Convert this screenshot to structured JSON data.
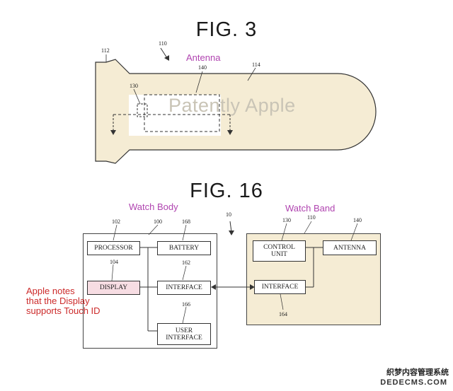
{
  "fig3": {
    "title": "FIG. 3",
    "antenna_label": "Antenna",
    "ref_110": "110",
    "ref_112": "112",
    "ref_114": "114",
    "ref_130": "130",
    "ref_140": "140",
    "watermark": "Patently Apple"
  },
  "fig16": {
    "title": "FIG. 16",
    "watch_body_label": "Watch Body",
    "watch_band_label": "Watch Band",
    "ref_10": "10",
    "ref_100": "100",
    "ref_102": "102",
    "ref_104": "104",
    "ref_110": "110",
    "ref_130": "130",
    "ref_140": "140",
    "ref_162": "162",
    "ref_164": "164",
    "ref_166": "166",
    "ref_168": "168",
    "processor": "PROCESSOR",
    "battery": "BATTERY",
    "display": "DISPLAY",
    "interface_body": "INTERFACE",
    "user_interface_line1": "USER",
    "user_interface_line2": "INTERFACE",
    "control_unit_line1": "CONTROL",
    "control_unit_line2": "UNIT",
    "antenna": "ANTENNA",
    "interface_band": "INTERFACE",
    "note_line1": "Apple notes",
    "note_line2": "that the Display",
    "note_line3": "supports Touch ID"
  },
  "footer": {
    "site_name": "织梦内容管理系统",
    "url": "DEDECMS.COM"
  },
  "colors": {
    "band_fill": "#f5ecd4",
    "display_fill": "#f7dde3",
    "annotation_purple": "#b044b0",
    "annotation_red": "#cc2a2a"
  }
}
